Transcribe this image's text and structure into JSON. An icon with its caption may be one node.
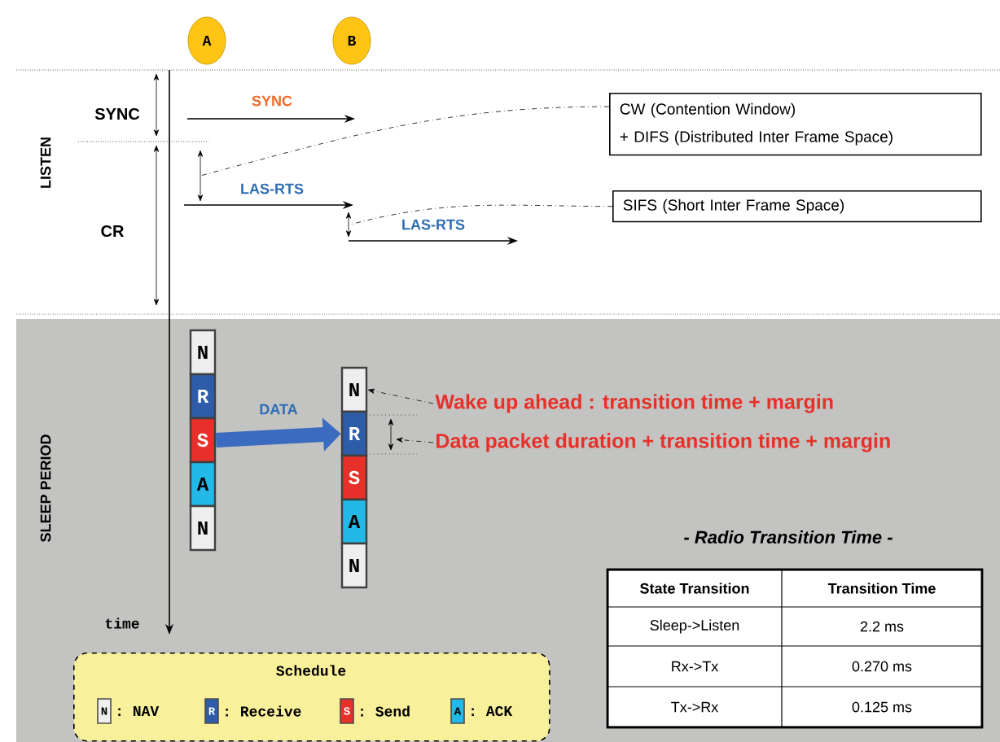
{
  "diagram": {
    "nodes": [
      {
        "text": [
          "A"
        ]
      },
      {
        "text": [
          "B"
        ]
      },
      {
        "text": [
          "CW (Contention Window)",
          "+ DIFS (Distributed Inter Frame Space)"
        ]
      },
      {
        "text": [
          "SIFS (Short Inter Frame Space)"
        ]
      },
      {
        "text": [
          "N"
        ]
      },
      {
        "text": [
          "R"
        ]
      },
      {
        "text": [
          "S"
        ]
      },
      {
        "text": [
          "A"
        ]
      },
      {
        "text": [
          "N"
        ]
      },
      {
        "text": [
          "N"
        ]
      },
      {
        "text": [
          "R"
        ]
      },
      {
        "text": [
          "S"
        ]
      },
      {
        "text": [
          "A"
        ]
      },
      {
        "text": [
          "N"
        ]
      },
      {
        "text": [
          "Wake up ahead : transition time + margin"
        ]
      },
      {
        "text": [
          "Data packet duration + transition time + margin"
        ]
      },
      {
        "text": [
          "Schedule"
        ]
      }
    ],
    "edges": [
      {
        "from": 2,
        "to": null,
        "arrow": "none",
        "style": "dashed"
      },
      {
        "from": 3,
        "to": null,
        "arrow": "none",
        "style": "dashed"
      },
      {
        "from": 6,
        "to": 10,
        "arrow": "to",
        "label": "DATA",
        "style": "thick",
        "color": "#3a6bbf"
      },
      {
        "from": 14,
        "to": 9,
        "arrow": "to",
        "style": "dashed"
      },
      {
        "from": 15,
        "to": null,
        "arrow": "to",
        "style": "dashed"
      }
    ],
    "labels": [
      "LISTEN",
      "SYNC",
      "CR",
      "SYNC",
      "LAS-RTS",
      "LAS-RTS",
      "SLEEP PERIOD",
      "time",
      "- Radio Transition Time -",
      "State Transition",
      "Transition Time",
      "Sleep->Listen",
      "2.2 ms",
      "Rx->Tx",
      "0.270 ms",
      "N",
      "R",
      "S",
      "A",
      "Tx->Rx",
      "0.125 ms"
    ],
    "legend": [
      {
        "text": ": NAV",
        "color": "#eeeeee"
      },
      {
        "text": ": Receive",
        "color": "#2e5ca8"
      },
      {
        "text": ": Send",
        "color": "#e8302a"
      },
      {
        "text": ": ACK",
        "color": "#22b8e8"
      }
    ]
  }
}
